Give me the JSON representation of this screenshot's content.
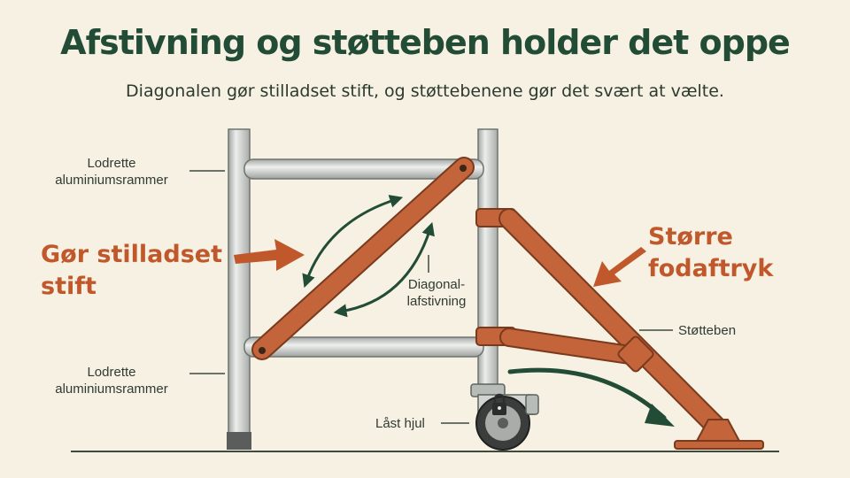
{
  "title": "Afstivning og støtteben holder det oppe",
  "subtitle": "Diagonalen gør stilladset stift, og støttebenene gør det svært at vælte.",
  "labels": {
    "upper_frames": [
      "Lodrette",
      "aluminiumsrammer"
    ],
    "lower_frames": [
      "Lodrette",
      "aluminiumsrammer"
    ],
    "diagonal": [
      "Diagonal-",
      "lafstivning"
    ],
    "outrigger": "Støtteben",
    "locked_wheel": "Låst hjul"
  },
  "callouts": {
    "stiff": [
      "Gør stilladset",
      "stift"
    ],
    "footprint": [
      "Større",
      "fodaftryk"
    ]
  },
  "icons": [
    "lock-icon",
    "wheel-icon",
    "arrow-icon"
  ],
  "colors": {
    "title": "#234c37",
    "accent": "#c0582b",
    "brace": "#c4643a",
    "aluminium": "#c9ccc8",
    "arrow_dark": "#234c37"
  }
}
